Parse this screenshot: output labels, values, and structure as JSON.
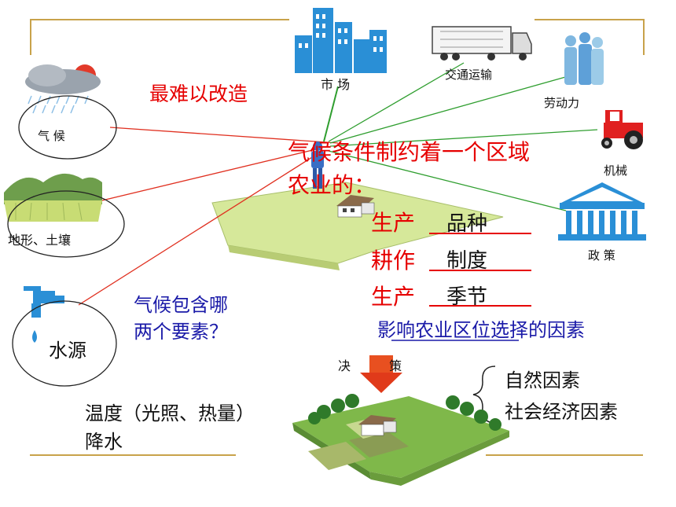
{
  "factors": {
    "market": "市 场",
    "transport": "交通运输",
    "labor": "劳动力",
    "machinery": "机械",
    "policy": "政 策",
    "climate": "气 候",
    "terrain_soil": "地形、土壤",
    "water": "水源"
  },
  "annotations": {
    "hardest_to_change": "最难以改造",
    "climate_constraint_line1": "气候条件制约着一个区域",
    "climate_constraint_line2": "农业的：",
    "question_line1": "气候包含哪",
    "question_line2": "两个要素？",
    "elements_line1": "温度（光照、热量）",
    "elements_line2": "降水",
    "location_factors": "影响农业区位选择的因素",
    "natural_factors": "自然因素",
    "socioeconomic_factors": "社会经济因素",
    "decision": "决 策"
  },
  "fill_blanks": [
    {
      "prefix": "生产",
      "answer": "品种"
    },
    {
      "prefix": "耕作",
      "answer": "制度"
    },
    {
      "prefix": "生产",
      "answer": "季节"
    }
  ],
  "colors": {
    "frame_gold": "#c8a24a",
    "red_text": "#e60000",
    "blue_text": "#1a1aa8",
    "red_line": "#e03020",
    "green_line": "#2f9e2f",
    "building_blue": "#2a8fd6"
  }
}
